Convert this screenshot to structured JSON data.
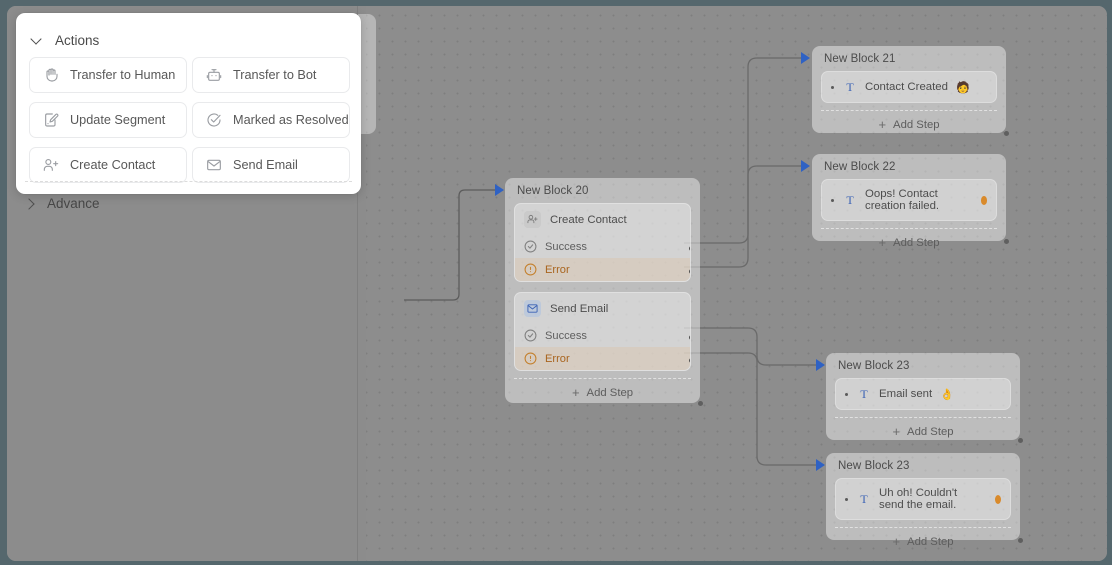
{
  "actions_panel": {
    "header_label": "Actions",
    "header_icon": "chevron-down-icon",
    "buttons": [
      {
        "label": "Transfer to Human",
        "icon": "hand-raised-icon"
      },
      {
        "label": "Transfer to Bot",
        "icon": "robot-icon"
      },
      {
        "label": "Update Segment",
        "icon": "document-pencil-icon"
      },
      {
        "label": "Marked as Resolved",
        "icon": "check-circle-icon"
      },
      {
        "label": "Create Contact",
        "icon": "user-plus-icon"
      },
      {
        "label": "Send Email",
        "icon": "envelope-icon"
      }
    ]
  },
  "sidebar": {
    "advance_label": "Advance",
    "advance_icon": "chevron-right-icon"
  },
  "canvas": {
    "add_step_label": "Add Step",
    "add_step_icon": "plus-icon",
    "nodes": [
      {
        "title": "New Block 20",
        "steps": [
          {
            "name": "Create Contact",
            "icon": "user-plus-icon",
            "outputs": [
              {
                "label": "Success",
                "icon": "check-circle-icon",
                "state": "success"
              },
              {
                "label": "Error",
                "icon": "alert-circle-icon",
                "state": "error"
              }
            ]
          },
          {
            "name": "Send Email",
            "icon": "envelope-icon",
            "outputs": [
              {
                "label": "Success",
                "icon": "check-circle-icon",
                "state": "success"
              },
              {
                "label": "Error",
                "icon": "alert-circle-icon",
                "state": "error"
              }
            ]
          }
        ]
      },
      {
        "title": "New Block 21",
        "message": "Contact Created",
        "message_emoji": "🧑",
        "message_icon": "text-icon"
      },
      {
        "title": "New Block 22",
        "message": "Oops! Contact creation failed.",
        "message_emoji": "🟠",
        "message_icon": "text-icon"
      },
      {
        "title": "New Block 23",
        "message": "Email sent",
        "message_emoji": "👌",
        "message_icon": "text-icon"
      },
      {
        "title": "New Block 23",
        "message": "Uh oh! Couldn't send the email.",
        "message_emoji": "🟠",
        "message_icon": "text-icon"
      }
    ]
  },
  "colors": {
    "frame": "#55676d",
    "canvas_bg": "#8d8d8d",
    "accent_blue": "#2f62c4",
    "error_orange": "#a9651f",
    "panel_white": "#ffffff"
  }
}
